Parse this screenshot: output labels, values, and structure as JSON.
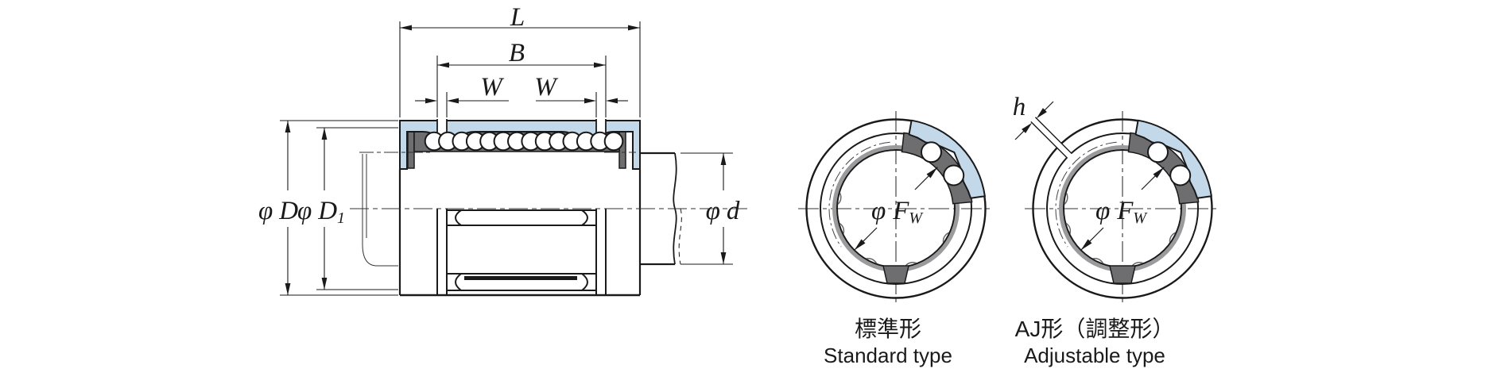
{
  "colors": {
    "shell_blue": "#c3d9ea",
    "retainer_gray": "#6e6e71",
    "rim_gray": "#9b9b9e",
    "line": "#1a1a1a"
  },
  "section_view": {
    "dim_length": "L",
    "dim_between_grooves": "B",
    "dim_groove_width": "W"
  },
  "symbols": {
    "phi": "φ",
    "D": "D",
    "one": "1",
    "d": "d",
    "F": "F",
    "W_sub": "W",
    "h": "h"
  },
  "end_views": {
    "standard": {
      "caption_ja": "標準形",
      "caption_en": "Standard type"
    },
    "adjustable": {
      "caption_ja": "AJ形（調整形）",
      "caption_en": "Adjustable type"
    }
  }
}
